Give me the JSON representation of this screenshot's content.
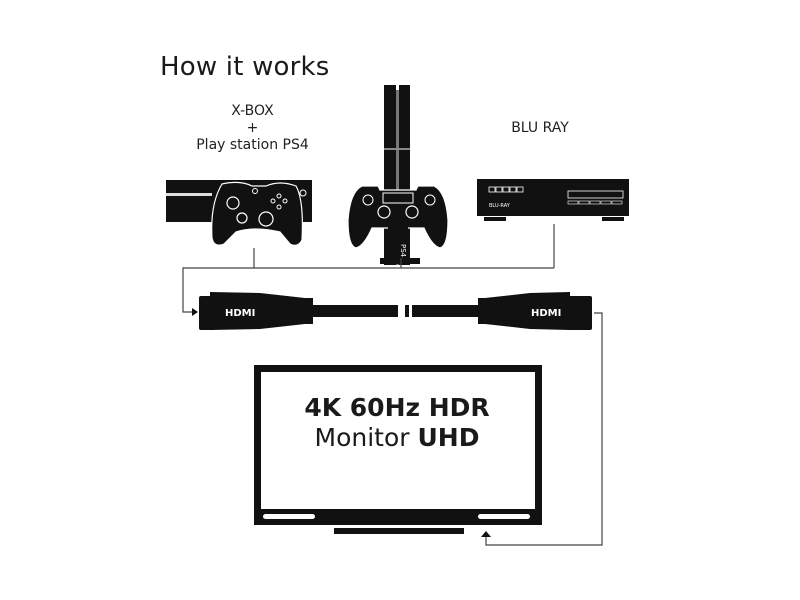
{
  "title": "How it works",
  "sources": [
    {
      "id": "xbox-ps4",
      "label_line1": "X-BOX",
      "label_line2": "+",
      "label_line3": "Play station PS4"
    },
    {
      "id": "ps4",
      "console_text": "PS4"
    },
    {
      "id": "blu-ray",
      "label": "BLU RAY",
      "device_text": "BLU-RAY"
    }
  ],
  "cable": {
    "left_connector_label": "HDMI",
    "right_connector_label": "HDMI"
  },
  "monitor": {
    "line1": "4K 60Hz HDR",
    "line2_regular": "Monitor",
    "line2_bold": "UHD"
  },
  "colors": {
    "foreground": "#111111",
    "background": "#ffffff",
    "connector_line": "#555555"
  }
}
